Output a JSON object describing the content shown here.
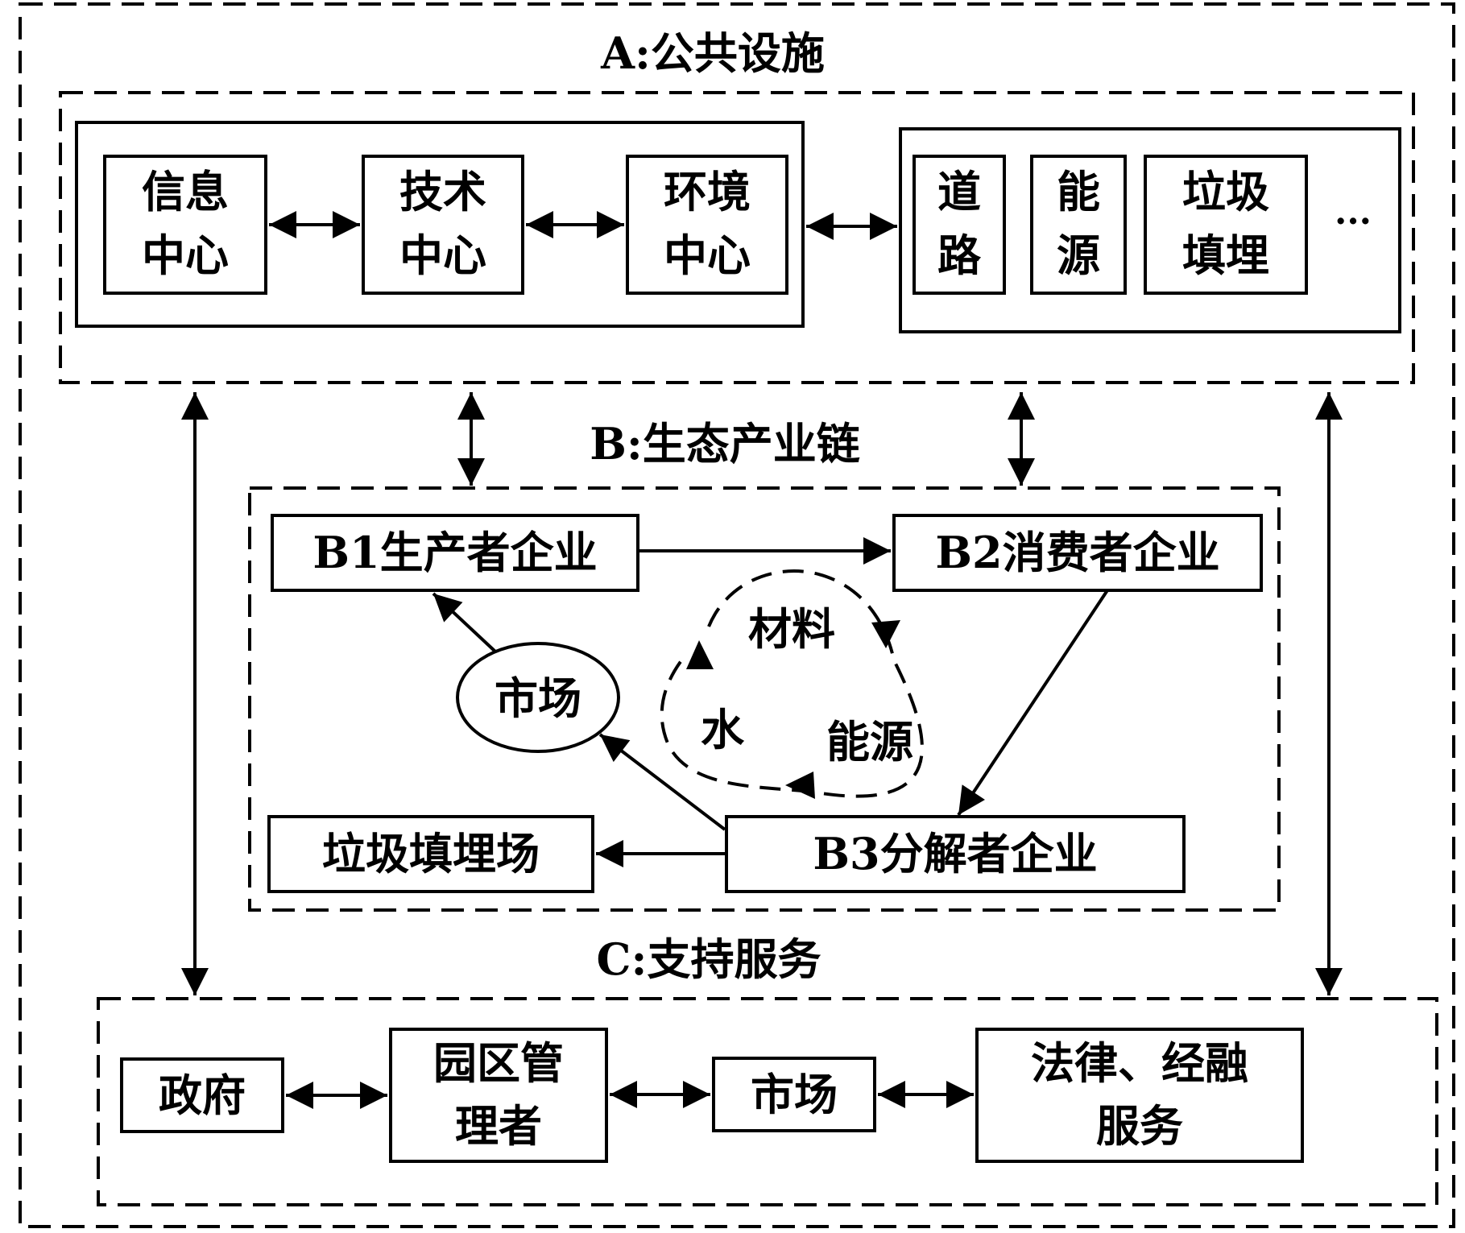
{
  "sections": {
    "a_title": "A:公共设施",
    "b_title": "B:生态产业链",
    "c_title": "C:支持服务"
  },
  "public_facilities": {
    "info_center": [
      "信息",
      "中心"
    ],
    "tech_center": [
      "技术",
      "中心"
    ],
    "env_center": [
      "环境",
      "中心"
    ],
    "road": [
      "道",
      "路"
    ],
    "energy": [
      "能",
      "源"
    ],
    "landfill": [
      "垃圾",
      "填埋"
    ],
    "ellipsis": "..."
  },
  "eco_chain": {
    "producer": "B1生产者企业",
    "consumer": "B2消费者企业",
    "decomposer": "B3分解者企业",
    "landfill_site": "垃圾填埋场",
    "market": "市场",
    "cycle_materials": "材料",
    "cycle_water": "水",
    "cycle_energy": "能源"
  },
  "support_services": {
    "government": "政府",
    "park_manager": [
      "园区管",
      "理者"
    ],
    "market": "市场",
    "legal_finance": [
      "法律、经融",
      "服务"
    ]
  },
  "colors": {
    "line": "#000000",
    "background": "#ffffff"
  }
}
